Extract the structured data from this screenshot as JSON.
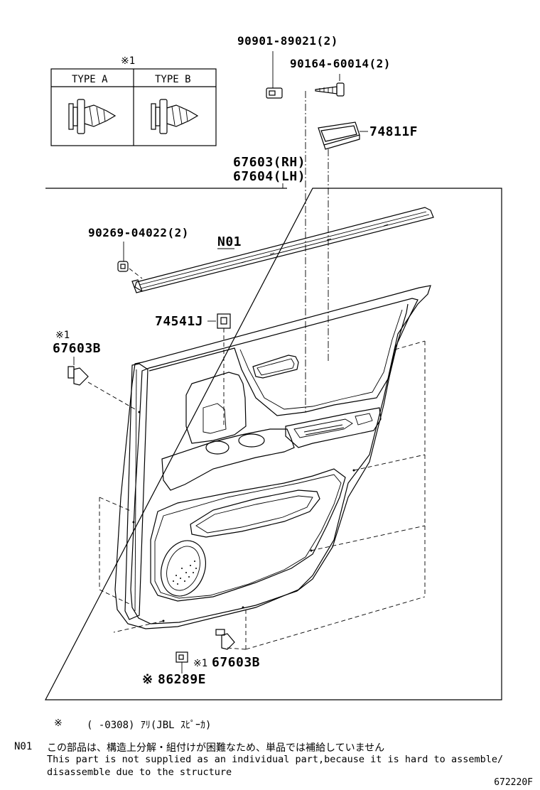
{
  "type_box": {
    "note_mark": "※1",
    "type_a": "TYPE A",
    "type_b": "TYPE B"
  },
  "parts": {
    "p90901": "90901-89021(2)",
    "p90164": "90164-60014(2)",
    "p74811f": "74811F",
    "p67603rh": "67603(RH)",
    "p67604lh": "67604(LH)",
    "p90269": "90269-04022(2)",
    "n01": "N01",
    "p74541j": "74541J",
    "mark_67603b_left": "※1",
    "p67603b_left": "67603B",
    "mark_67603b_bottom": "※1",
    "p67603b_bottom": "67603B",
    "mark_86289e": "※",
    "p86289e": "86289E"
  },
  "footnotes": {
    "star_mark": "※",
    "star_text": "(      -0308)  ｱﾘ(JBL  ｽﾋﾟｰｶ)",
    "n01_mark": "N01",
    "n01_jp": "この部品は、構造上分解・組付けが困難なため、単品では補給していません",
    "n01_en_line1": "This part is not supplied as an individual part,because it is hard to assemble/",
    "n01_en_line2": "disassemble due to the structure"
  },
  "diagram_code": "672220F"
}
